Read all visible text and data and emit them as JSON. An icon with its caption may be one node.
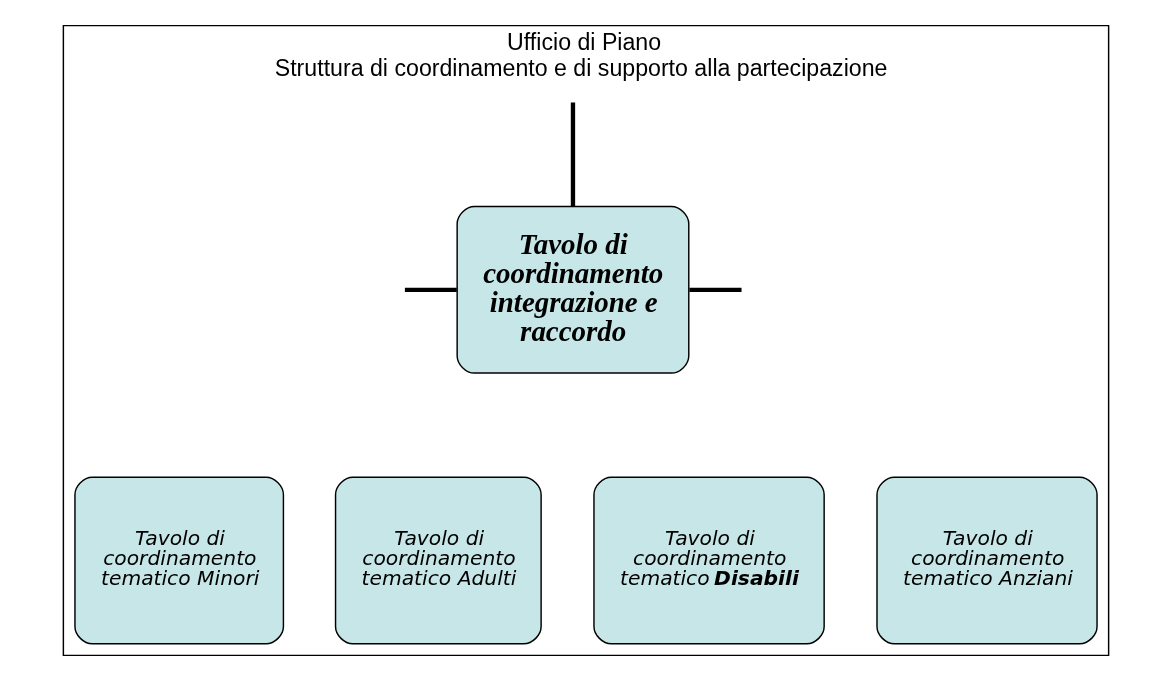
{
  "diagram": {
    "nodes": [
      {
        "text": [
          "Ufficio di Piano",
          "Struttura di coordinamento e di supporto alla partecipazione"
        ]
      },
      {
        "text": [
          "Tavolo di coordinamento integrazione e raccordo"
        ],
        "in": 0
      },
      {
        "text": [
          "Tavolo di coordinamento tematico Minori"
        ],
        "in": 0
      },
      {
        "text": [
          "Tavolo di coordinamento tematico Adulti"
        ],
        "in": 0
      },
      {
        "text": [
          "Tavolo di coordinamento tematico **Disabili**"
        ],
        "in": 0
      },
      {
        "text": [
          "Tavolo di coordinamento tematico Anziani"
        ],
        "in": 0
      }
    ],
    "edges": [
      {
        "from": null,
        "to": 1,
        "arrow": "none"
      },
      {
        "from": 1,
        "to": null,
        "arrow": "none"
      },
      {
        "from": null,
        "to": 1,
        "arrow": "none"
      }
    ]
  }
}
